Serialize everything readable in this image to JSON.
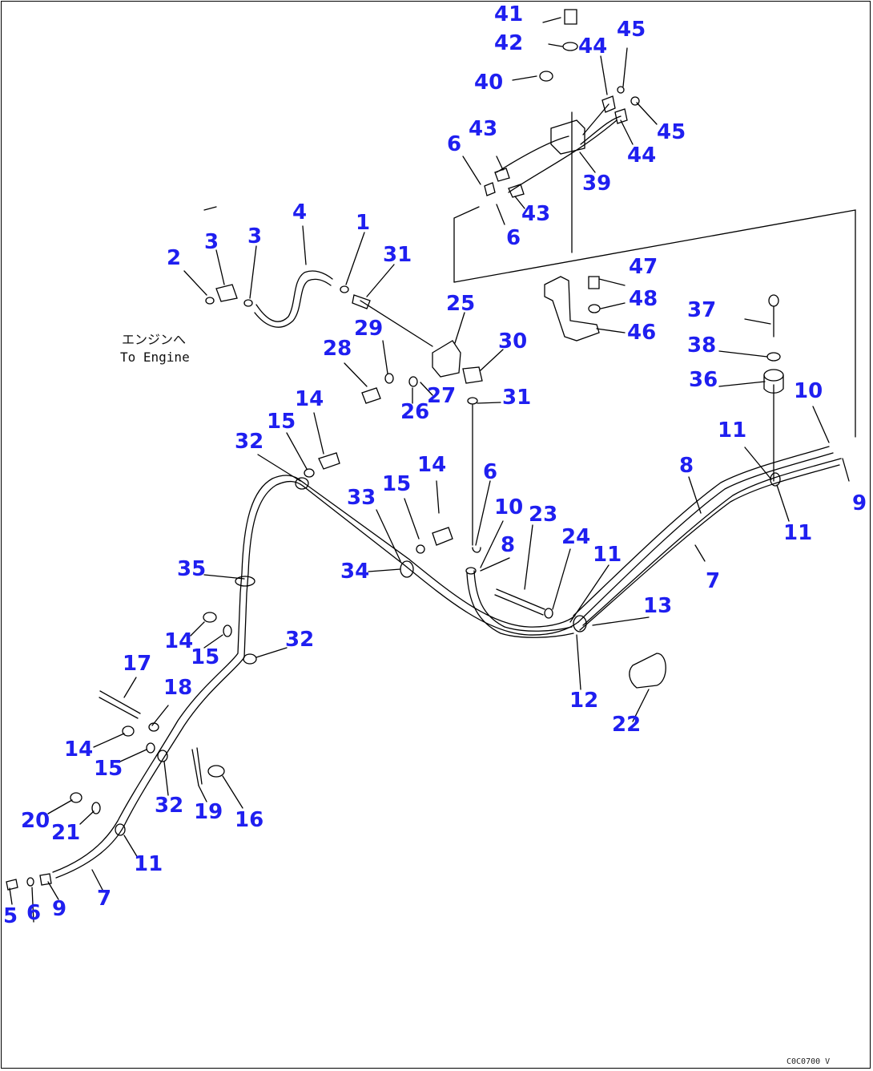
{
  "diagram": {
    "callouts": [
      "41",
      "42",
      "44",
      "45",
      "40",
      "43",
      "6",
      "39",
      "45",
      "44",
      "43",
      "6",
      "4",
      "3",
      "1",
      "3",
      "31",
      "2",
      "47",
      "48",
      "46",
      "25",
      "29",
      "30",
      "28",
      "27",
      "26",
      "31",
      "37",
      "38",
      "36",
      "14",
      "15",
      "32",
      "10",
      "11",
      "8",
      "14",
      "15",
      "6",
      "33",
      "10",
      "9",
      "23",
      "8",
      "34",
      "24",
      "11",
      "11",
      "35",
      "7",
      "13",
      "14",
      "15",
      "32",
      "17",
      "18",
      "12",
      "22",
      "14",
      "15",
      "32",
      "19",
      "16",
      "20",
      "21",
      "11",
      "5",
      "6",
      "9",
      "7"
    ],
    "note_jp": "エンジンへ",
    "note_en": "To Engine",
    "figure_code": "C0C0700 V"
  }
}
